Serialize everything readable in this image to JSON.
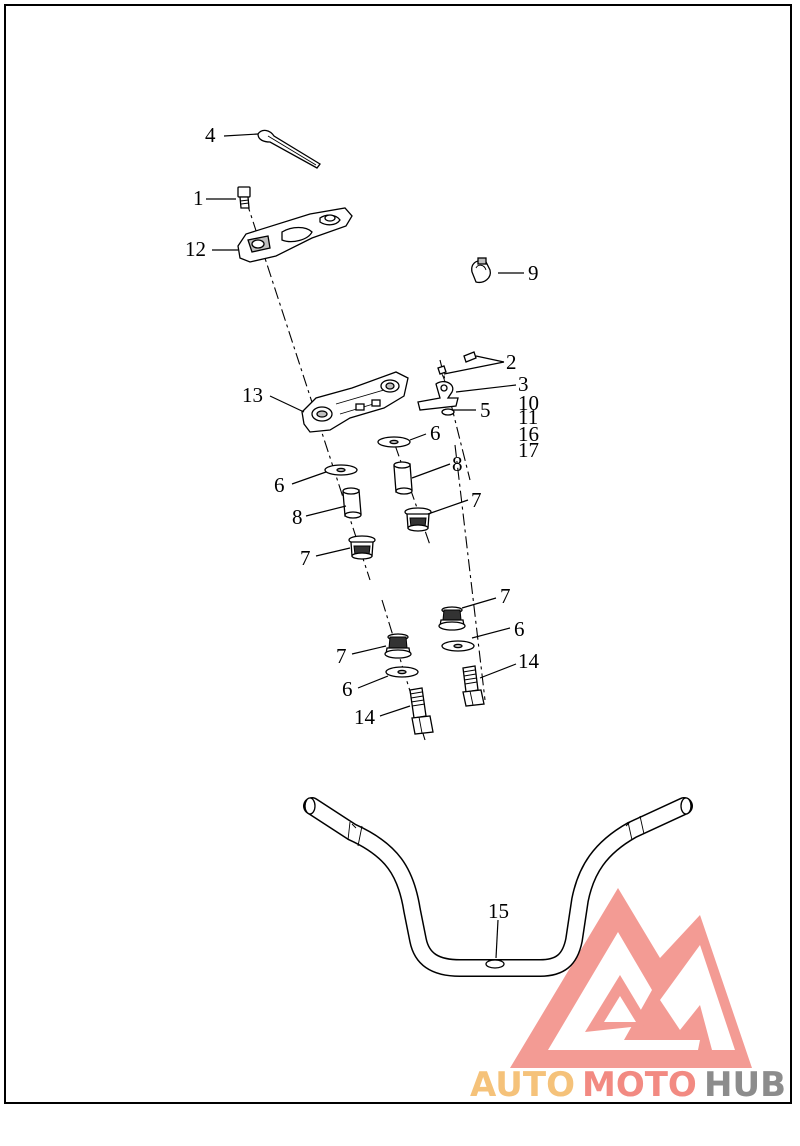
{
  "callouts": {
    "c1": "1",
    "c2": "2",
    "c3": "3",
    "c4": "4",
    "c5": "5",
    "c6a": "6",
    "c6b": "6",
    "c6c": "6",
    "c6d": "6",
    "c7a": "7",
    "c7b": "7",
    "c7c": "7",
    "c7d": "7",
    "c8a": "8",
    "c8b": "8",
    "c9": "9",
    "c10": "10",
    "c11": "11",
    "c12": "12",
    "c13": "13",
    "c14a": "14",
    "c14b": "14",
    "c15": "15",
    "c16": "16",
    "c17": "17"
  },
  "watermark": {
    "text_auto": "AUTO",
    "text_moto": "MOTO",
    "text_hub": "HUB",
    "colors": {
      "auto": "#f5c27a",
      "moto": "#f28a82",
      "hub": "#8c8c8c",
      "logo": "#f28a82"
    }
  }
}
